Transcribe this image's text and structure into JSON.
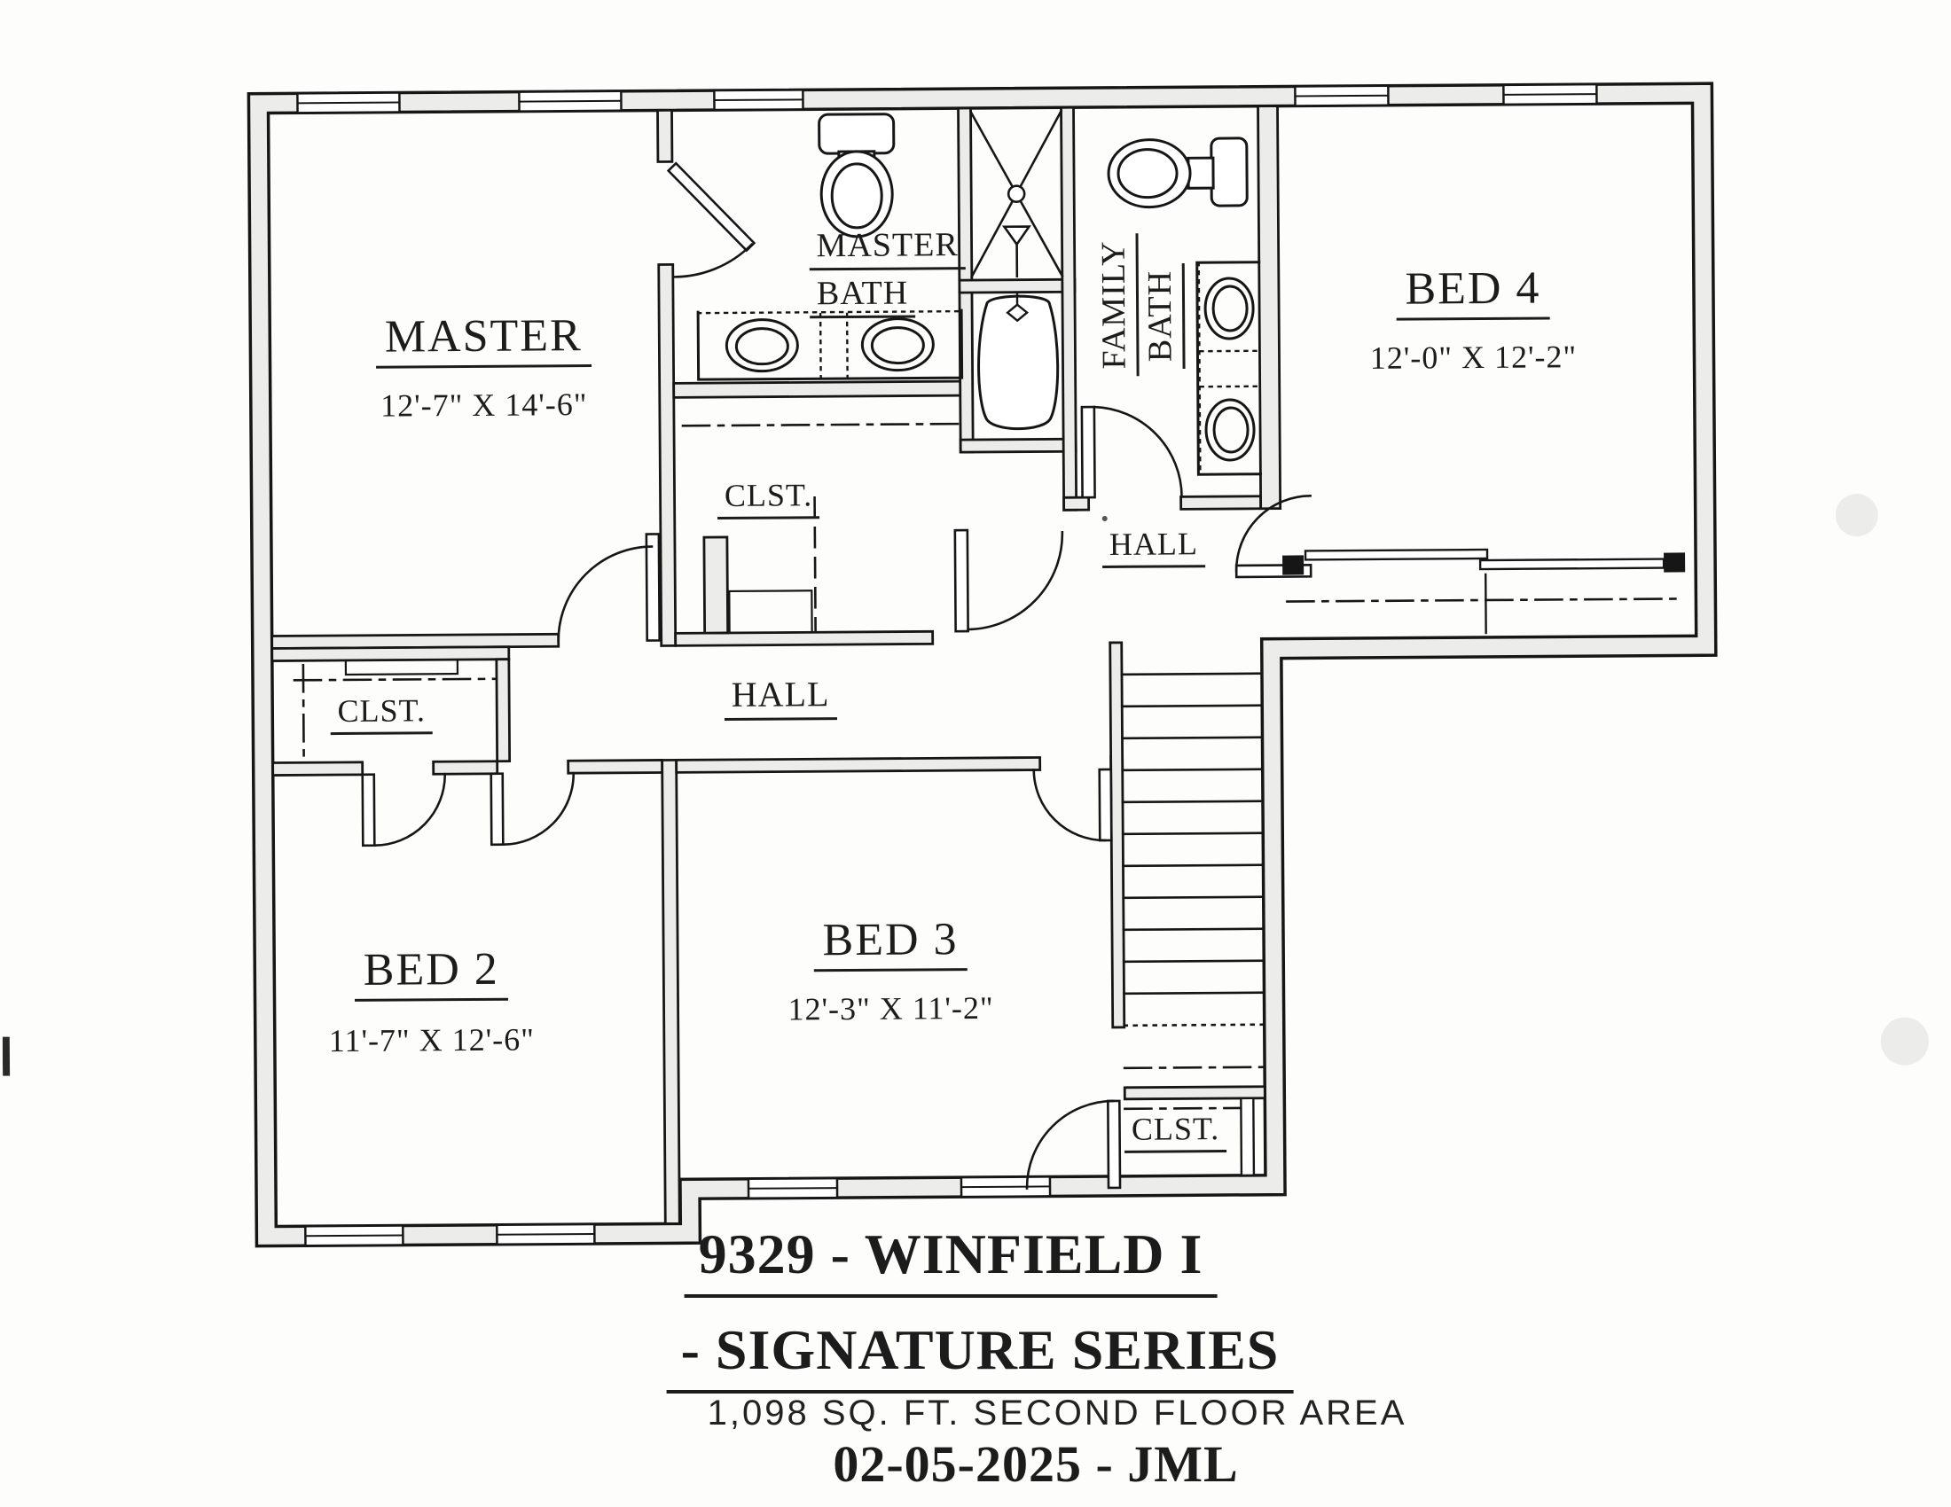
{
  "plan": {
    "rooms": {
      "master": {
        "name": "MASTER",
        "dims": "12'-7\" X 14'-6\""
      },
      "master_bath": {
        "line1": "MASTER",
        "line2": "BATH"
      },
      "family_bath": {
        "line1": "FAMILY",
        "line2": "BATH"
      },
      "bed4": {
        "name": "BED 4",
        "dims": "12'-0\" X 12'-2\""
      },
      "bed3": {
        "name": "BED 3",
        "dims": "12'-3\" X 11'-2\""
      },
      "bed2": {
        "name": "BED 2",
        "dims": "11'-7\" X 12'-6\""
      },
      "hall_upper": {
        "name": "HALL"
      },
      "hall_lower": {
        "name": "HALL"
      },
      "clst_master": {
        "name": "CLST."
      },
      "clst_bed2": {
        "name": "CLST."
      },
      "clst_lower": {
        "name": "CLST."
      }
    },
    "fixtures": [
      "toilet",
      "toilet",
      "double-vanity",
      "double-vanity",
      "shower",
      "tub",
      "stairs",
      "closet-rod",
      "bypass-doors"
    ]
  },
  "title_block": {
    "plan_line": "9329 - WINFIELD I",
    "series_line": "- SIGNATURE SERIES",
    "area_line": "1,098 SQ. FT. SECOND FLOOR AREA",
    "date_line": "02-05-2025 - JML"
  },
  "colors": {
    "ink": "#1c1c1c",
    "wall_fill": "#ececea",
    "paper": "#fdfdfc"
  }
}
